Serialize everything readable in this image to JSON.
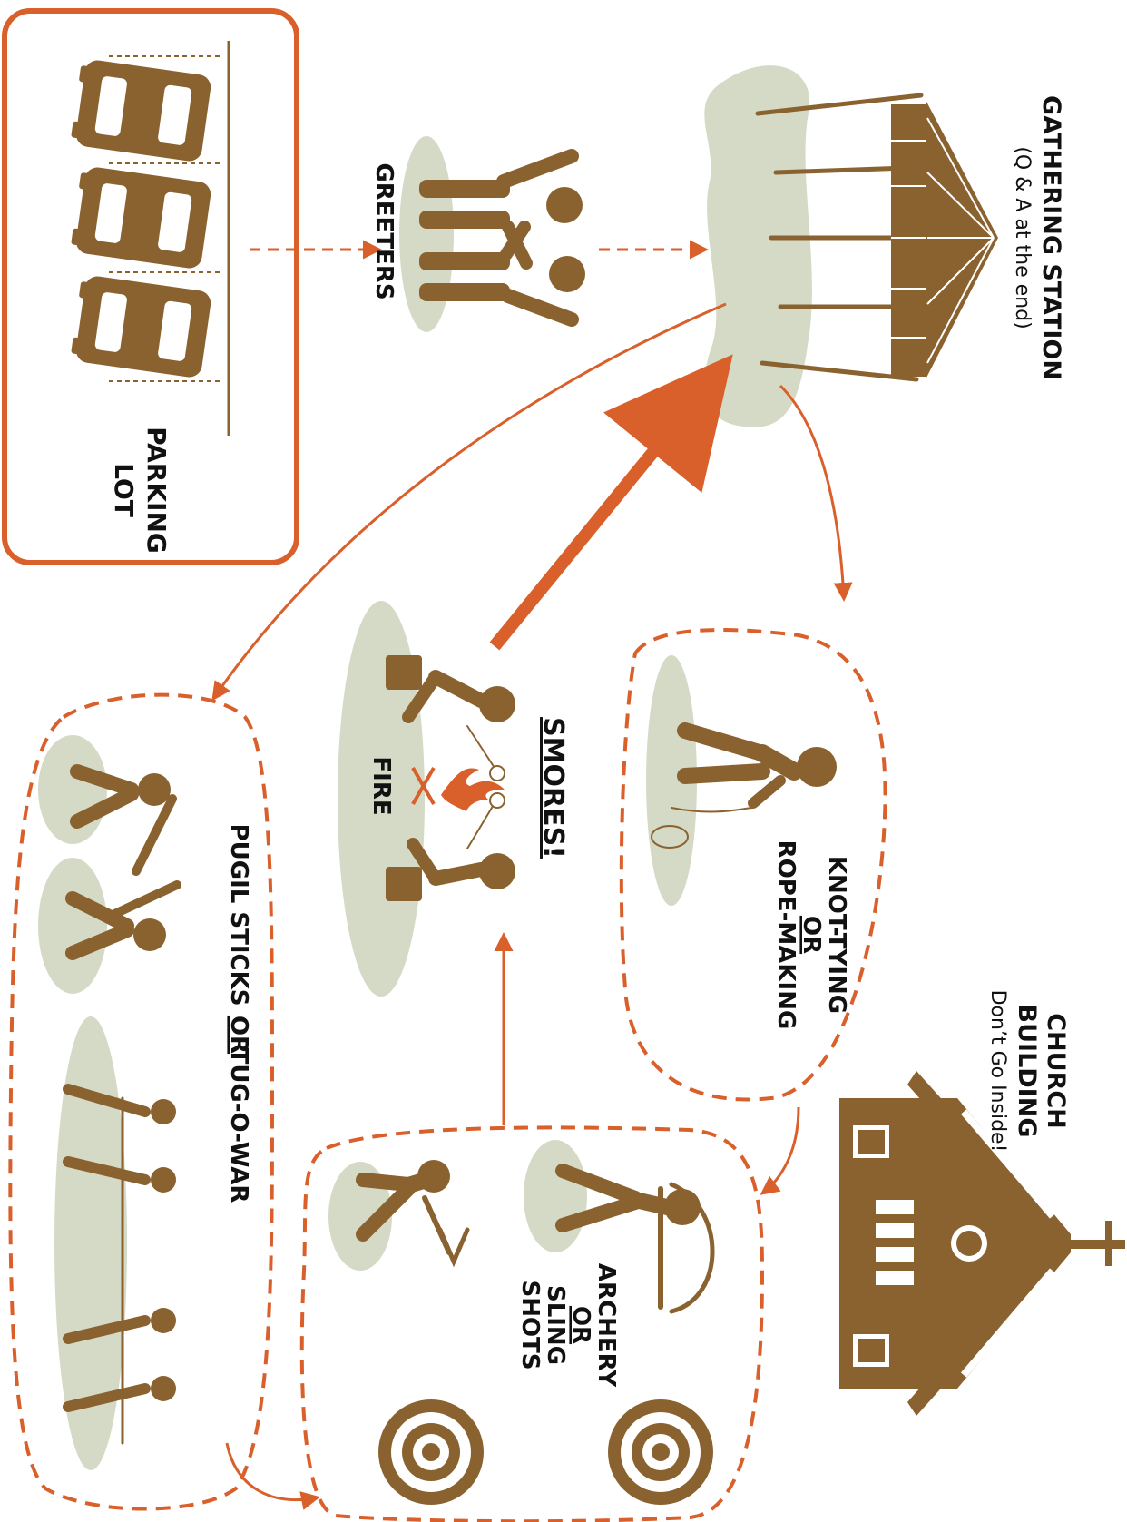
{
  "colors": {
    "brown": "#8a6230",
    "orange": "#d95f2b",
    "sage": "#d4dac5",
    "text": "#111111"
  },
  "labels": {
    "parking": [
      "PARKING",
      "LOT"
    ],
    "greeters": "GREETERS",
    "gathering_title": "GATHERING STATION",
    "gathering_sub": "(Q & A at the end)",
    "church_title": [
      "CHURCH",
      "BUILDING"
    ],
    "church_sub": "Don’t Go Inside!",
    "knot": [
      "KNOT-TYING",
      "OR",
      "ROPE-MAKING"
    ],
    "smores": "SMORES!",
    "fire": "FIRE",
    "archery": [
      "ARCHERY",
      "OR",
      "SLING",
      "SHOTS"
    ],
    "pugil": [
      "PUGIL STICKS",
      "OR",
      "TUG-O-WAR"
    ]
  },
  "icons": [
    "car-icon",
    "greeter-icon",
    "pavilion-tent-icon",
    "church-icon",
    "knot-tying-person-icon",
    "campfire-icon",
    "seated-person-icon",
    "archer-icon",
    "slingshot-person-icon",
    "target-icon",
    "pugil-fighter-icon",
    "tug-o-war-icon"
  ]
}
